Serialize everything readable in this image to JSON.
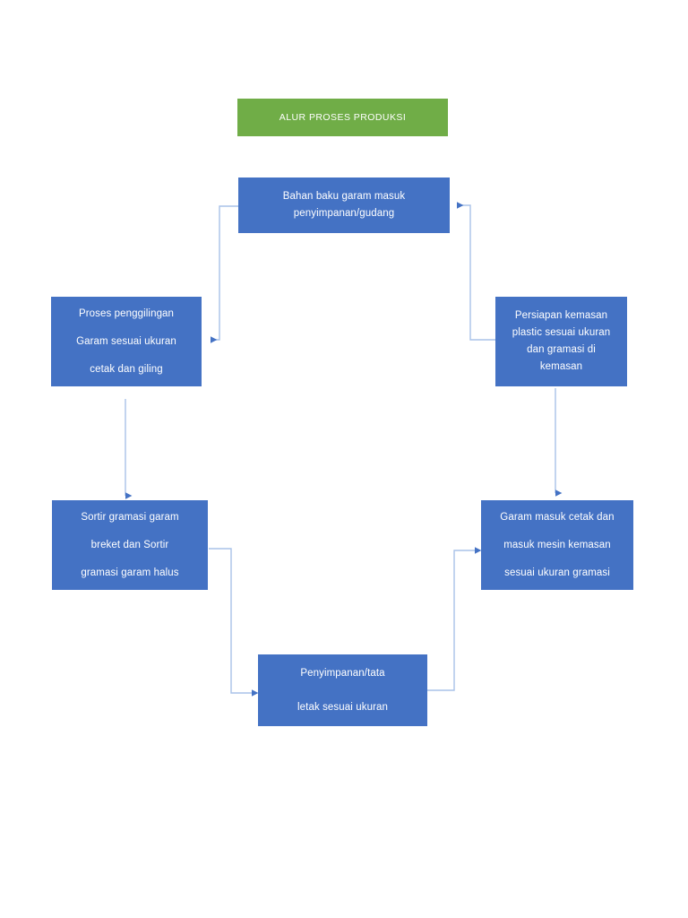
{
  "diagram": {
    "title": "ALUR PROSES PRODUKSI",
    "colors": {
      "title_fill": "#70AD47",
      "node_fill": "#4472C4",
      "connector": "#A9C2E8",
      "arrowhead": "#4472C4",
      "text": "#FFFFFF",
      "background": "#FFFFFF"
    },
    "nodes": {
      "title": {
        "label": "ALUR PROSES PRODUKSI",
        "lines": [
          "ALUR PROSES PRODUKSI"
        ]
      },
      "bahan_baku": {
        "label": "Bahan baku garam masuk penyimpanan/gudang",
        "lines": [
          "Bahan baku garam masuk",
          "penyimpanan/gudang"
        ]
      },
      "penggilingan": {
        "label": "Proses penggilingan Garam sesuai ukuran cetak dan giling",
        "lines": [
          "Proses penggilingan",
          "Garam sesuai ukuran",
          "cetak dan giling"
        ]
      },
      "persiapan_kemasan": {
        "label": "Persiapan kemasan plastic sesuai ukuran dan gramasi di kemasan",
        "lines": [
          "Persiapan kemasan",
          "plastic sesuai ukuran",
          "dan gramasi di",
          "kemasan"
        ]
      },
      "sortir": {
        "label": "Sortir gramasi garam breket dan Sortir gramasi garam halus",
        "lines": [
          "Sortir gramasi garam",
          "breket dan Sortir",
          "gramasi garam halus"
        ]
      },
      "garam_cetak": {
        "label": "Garam masuk cetak dan masuk mesin kemasan sesuai ukuran gramasi",
        "lines": [
          "Garam masuk cetak dan",
          "masuk mesin kemasan",
          "sesuai ukuran gramasi"
        ]
      },
      "penyimpanan": {
        "label": "Penyimpanan/tata letak sesuai ukuran",
        "lines": [
          "Penyimpanan/tata",
          "letak sesuai ukuran"
        ]
      }
    },
    "connectors": [
      {
        "name": "bahan-baku-to-penggilingan",
        "from": "bahan_baku",
        "to": "penggilingan",
        "direction": "left"
      },
      {
        "name": "penggilingan-to-sortir",
        "from": "penggilingan",
        "to": "sortir",
        "direction": "down"
      },
      {
        "name": "sortir-to-penyimpanan",
        "from": "sortir",
        "to": "penyimpanan",
        "direction": "right"
      },
      {
        "name": "penyimpanan-to-garam-cetak",
        "from": "penyimpanan",
        "to": "garam_cetak",
        "direction": "right"
      },
      {
        "name": "persiapan-to-garam-cetak",
        "from": "persiapan_kemasan",
        "to": "garam_cetak",
        "direction": "down"
      },
      {
        "name": "persiapan-to-bahan-baku",
        "from": "persiapan_kemasan",
        "to": "bahan_baku",
        "direction": "left"
      }
    ]
  }
}
